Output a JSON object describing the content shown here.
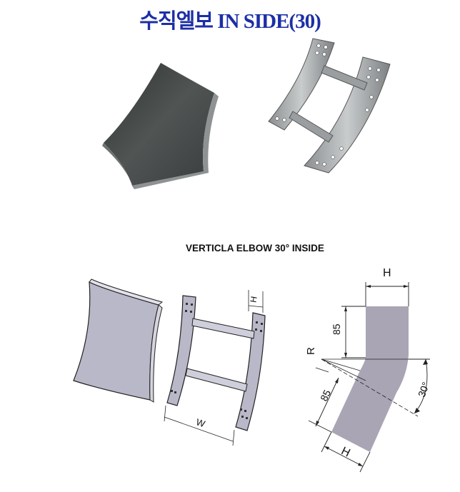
{
  "page": {
    "title": "수직엘보 IN SIDE(30)",
    "subtitle": "VERTICLA ELBOW 30° INSIDE"
  },
  "drawing": {
    "label_h_top": "H",
    "label_h_small": "H",
    "label_w": "W",
    "label_85_top": "85",
    "label_85_bottom": "85",
    "label_r": "R",
    "label_angle": "30°",
    "label_h_bottom": "H"
  },
  "colors": {
    "title": "#1c2fa6",
    "cover_fill": "#b9b8c8",
    "section_fill": "#a9a5b4",
    "photo_dark": "#3d4040",
    "photo_metal": "#a8abad"
  }
}
